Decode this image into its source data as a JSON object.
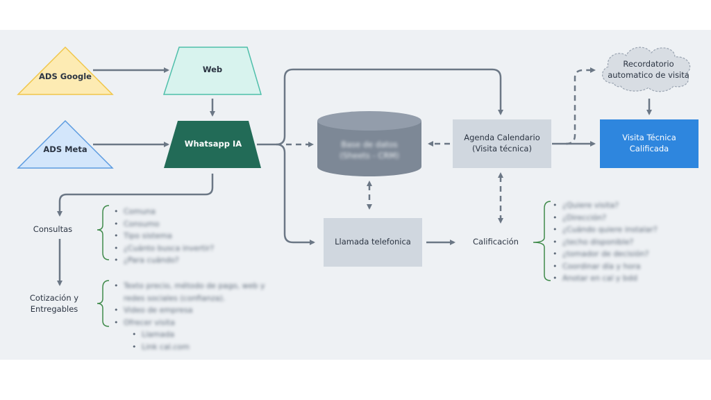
{
  "nodes": {
    "ads_google": "ADS Google",
    "web": "Web",
    "ads_meta": "ADS Meta",
    "whatsapp": "Whatsapp IA",
    "database": "Base de datos (Sheets - CRM)",
    "agenda": "Agenda Calendario (Visita técnica)",
    "recordatorio": "Recordatorio automatico de visita",
    "visita": "Visita Técnica Calificada",
    "llamada": "Llamada telefonica",
    "calificacion": "Calificación",
    "consultas": "Consultas",
    "cotizacion": "Cotización y Entregables"
  },
  "consultas_list": [
    "Comuna",
    "Consumo",
    "Tipo sistema",
    "¿Cuánto busca invertir?",
    "¿Para cuándo?"
  ],
  "cotizacion_list": {
    "items": [
      "Texto precio, método de pago, web y redes sociales (confianza).",
      "Video de empresa",
      "Ofrecer visita"
    ],
    "subitems": [
      "Llamada",
      "Link cal.com"
    ]
  },
  "calificacion_list": [
    "¿Quiere visita?",
    "¿Dirección?",
    "¿Cuándo quiere instalar?",
    "¿techo disponible?",
    "¿tomador de decisión?",
    "Coordinar día y hora",
    "Anotar en cal y bdd"
  ],
  "colors": {
    "background": "#eef1f4",
    "connector": "#6b7785",
    "google_fill": "#fdebb3",
    "google_stroke": "#f0c64a",
    "web_fill": "#d8f3ee",
    "web_stroke": "#4fbfaa",
    "meta_fill": "#d3e6fb",
    "meta_stroke": "#5b9be0",
    "whatsapp_fill": "#226b57",
    "database_fill": "#7d8896",
    "box_fill": "#d0d7df",
    "cloud_fill": "#d8dde3",
    "visita_fill": "#2e86de"
  }
}
